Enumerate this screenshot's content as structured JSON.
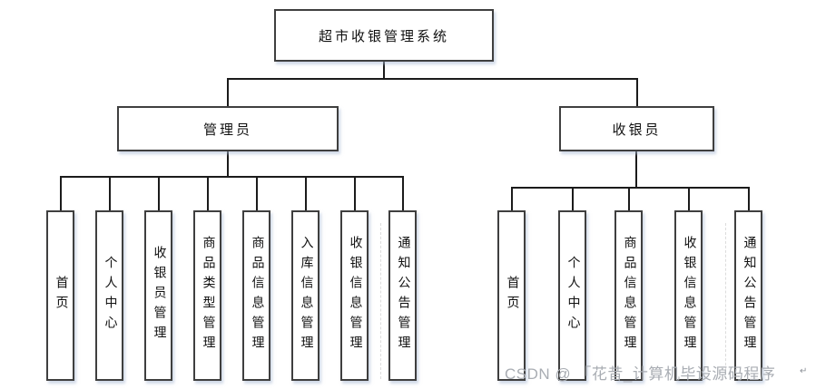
{
  "diagram": {
    "root": {
      "label": "超市收银管理系统"
    },
    "branches": [
      {
        "label": "管理员",
        "children": [
          "首页",
          "个人中心",
          "收银员管理",
          "商品类型管理",
          "商品信息管理",
          "入库信息管理",
          "收银信息管理",
          "通知公告管理"
        ]
      },
      {
        "label": "收银员",
        "children": [
          "首页",
          "个人中心",
          "商品信息管理",
          "收银信息管理",
          "通知公告管理"
        ]
      }
    ]
  },
  "watermark": {
    "text": "CSDN @ 「花昔_计算机毕设源码程序"
  },
  "page_mark": "↵",
  "colors": {
    "background": "#ffffff",
    "box_fill": "#ffffff",
    "box_border": "#3f3f3f",
    "connector_line": "#1b1b1b",
    "watermark_text": "#a9adb3",
    "box_shadow": "#a8b8d4"
  }
}
